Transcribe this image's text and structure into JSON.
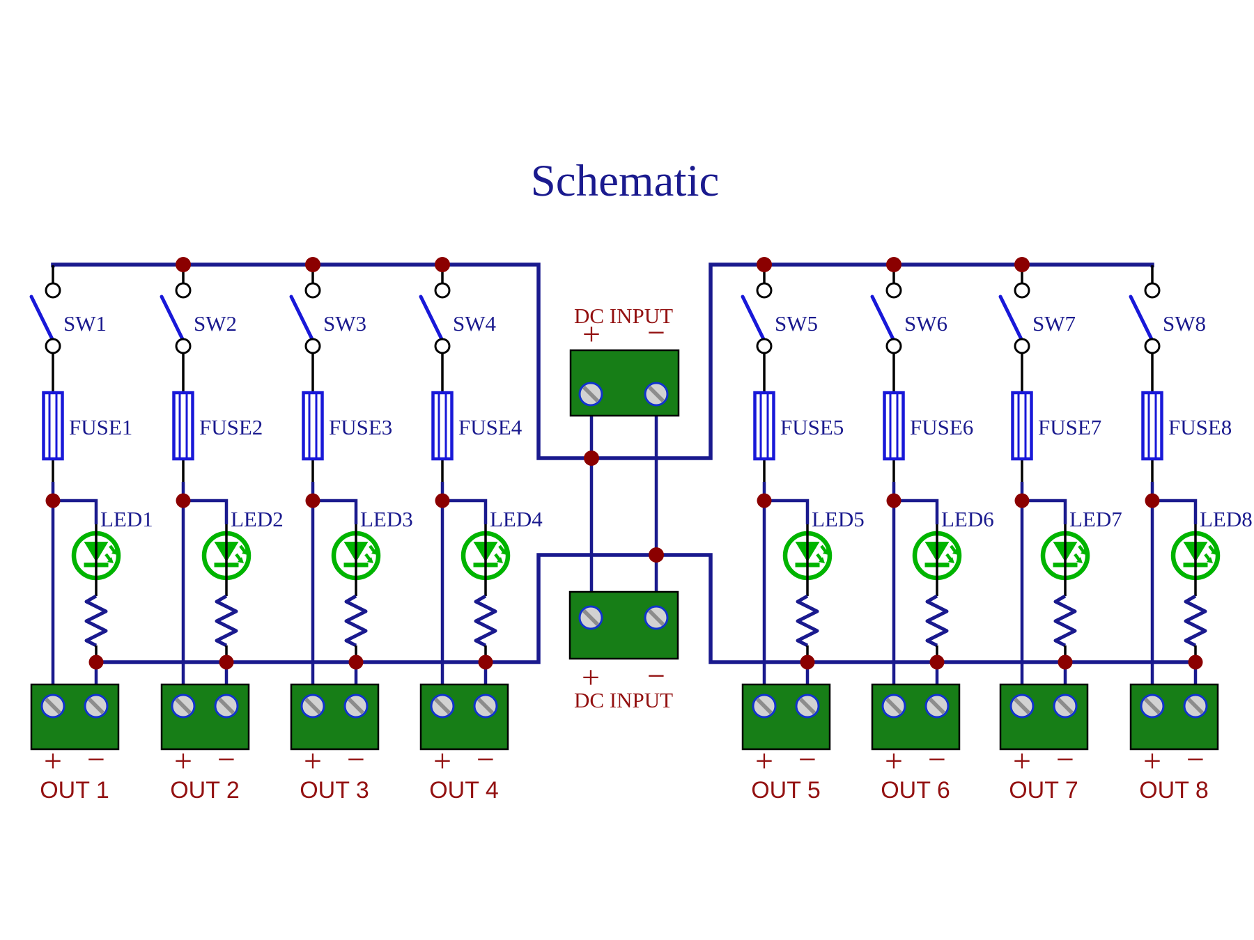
{
  "title": "Schematic",
  "channels": [
    {
      "switch": "SW1",
      "fuse": "FUSE1",
      "led": "LED1",
      "out": "OUT 1",
      "plus": "+",
      "minus": "−"
    },
    {
      "switch": "SW2",
      "fuse": "FUSE2",
      "led": "LED2",
      "out": "OUT 2",
      "plus": "+",
      "minus": "−"
    },
    {
      "switch": "SW3",
      "fuse": "FUSE3",
      "led": "LED3",
      "out": "OUT 3",
      "plus": "+",
      "minus": "−"
    },
    {
      "switch": "SW4",
      "fuse": "FUSE4",
      "led": "LED4",
      "out": "OUT 4",
      "plus": "+",
      "minus": "−"
    },
    {
      "switch": "SW5",
      "fuse": "FUSE5",
      "led": "LED5",
      "out": "OUT 5",
      "plus": "+",
      "minus": "−"
    },
    {
      "switch": "SW6",
      "fuse": "FUSE6",
      "led": "LED6",
      "out": "OUT 6",
      "plus": "+",
      "minus": "−"
    },
    {
      "switch": "SW7",
      "fuse": "FUSE7",
      "led": "LED7",
      "out": "OUT 7",
      "plus": "+",
      "minus": "−"
    },
    {
      "switch": "SW8",
      "fuse": "FUSE8",
      "led": "LED8",
      "out": "OUT 8",
      "plus": "+",
      "minus": "−"
    }
  ],
  "dc_inputs": [
    {
      "position": "top",
      "label": "DC INPUT",
      "plus": "+",
      "minus": "−"
    },
    {
      "position": "bottom",
      "label": "DC INPUT",
      "plus": "+",
      "minus": "−"
    }
  ],
  "colors": {
    "wire_navy": "#1a1a8e",
    "component_blue": "#1818d8",
    "led_green": "#00b400",
    "terminal_green": "#177e17",
    "junction_maroon": "#8b0000",
    "label_maroon": "#931111",
    "lead_black": "#000000",
    "screw_face": "#d2d2d2",
    "screw_ring": "#1133cc",
    "screw_slot": "#8c8c8c",
    "background": "#ffffff"
  }
}
